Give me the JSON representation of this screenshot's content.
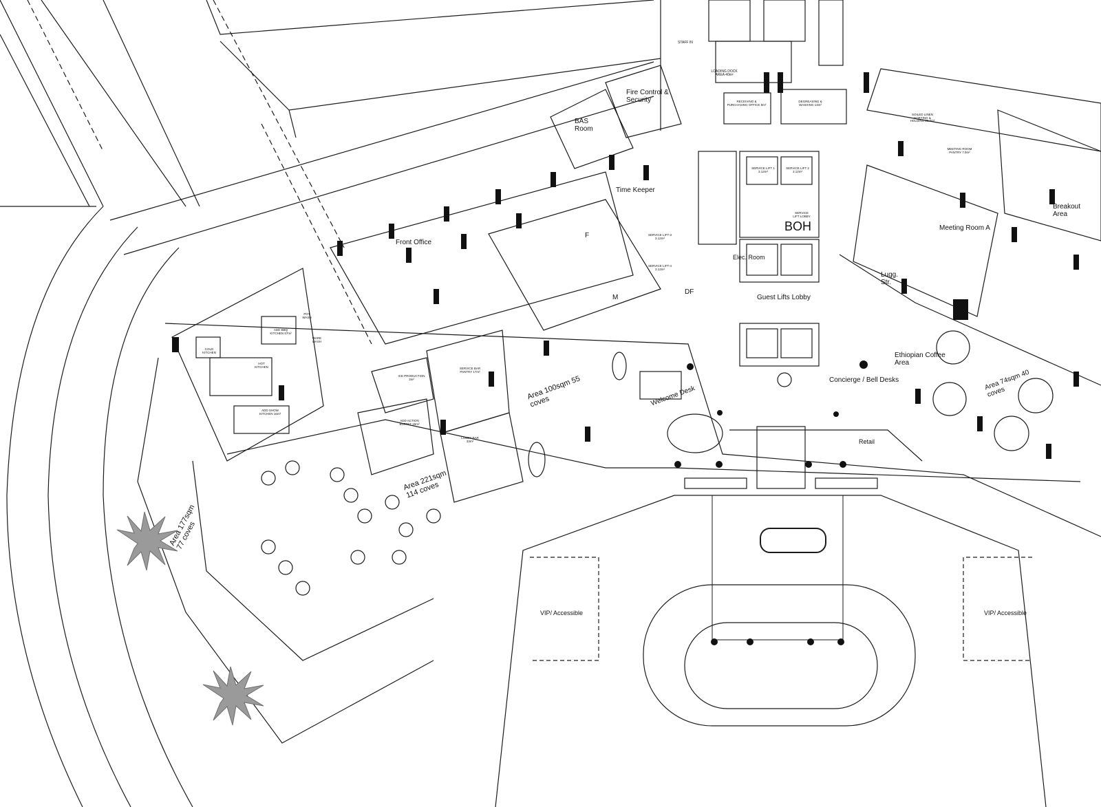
{
  "labels": {
    "staff_in": "STAFF IN",
    "fire_control": "Fire Control & Security",
    "bas_room": "BAS Room",
    "loading_dock": "LOADING DOCK AREA 40m²",
    "receiving": "RECEIVING & PURCHASING OFFICE 8m²",
    "degreasing": "DEGREASING & WASHING 13m²",
    "soiled_linen": "SOILED LINEN SORTING & HOLDING 25.7m²",
    "meeting_pantry": "MEETING ROOM PANTRY 7.9m²",
    "time_keeper": "Time Keeper",
    "front_office": "Front Office",
    "service_lift_1": "SERVICE LIFT 1 3.12m²",
    "service_lift_2": "SERVICE LIFT 2 3.12m²",
    "service_lift_3": "SERVICE LIFT-3 3.12m²",
    "service_lift_4": "SERVICE LIFT-4 3.12m²",
    "service_lift_lobby": "SERVICE LIFT LOBBY",
    "boh": "BOH",
    "elec_room": "Elec. Room",
    "guest_lifts_lobby": "Guest Lifts Lobby",
    "meeting_room_a": "Meeting Room A",
    "breakout_area": "Breakout Area",
    "lugg_str": "Lugg. Str.",
    "toilet_f": "F",
    "toilet_m": "M",
    "toilet_df": "DF",
    "cold_kitchen": "COLD KITCHEN",
    "add_bbq_kitchen": "ADD BBQ KITCHEN 57m²",
    "pot_wash": "POT WASH",
    "ware_wash": "WARE WASH",
    "hot_kitchen": "HOT KITCHEN",
    "add_show_kitchen": "ADD SHOW KITCHEN 16m²",
    "ice_production": "ICE PRODUCTION 3m²",
    "service_bar_pantry": "SERVICE BAR PANTRY 17m²",
    "add_action_buffet": "ADD ACTION BUFFET 15m²",
    "lobby_bar": "LOBBY BAR 33m²",
    "area_100": "Area 100sqm 55 coves",
    "welcome_desk": "Welcome Desk",
    "concierge": "Concierge / Bell Desks",
    "ethiopian_coffee": "Ethiopian Coffee Area",
    "area_74": "Area 74sqm 40 coves",
    "retail": "Retail",
    "area_221": "Area 221sqm 114 coves",
    "area_177": "Area 177sqm 77 coves",
    "vip_left": "VIP/ Accessible",
    "vip_right": "VIP/ Accessible"
  },
  "colors": {
    "line": "#1a1a1a",
    "fill_dark": "#111111",
    "tree": "#8a8a8a",
    "paper": "#ffffff"
  }
}
